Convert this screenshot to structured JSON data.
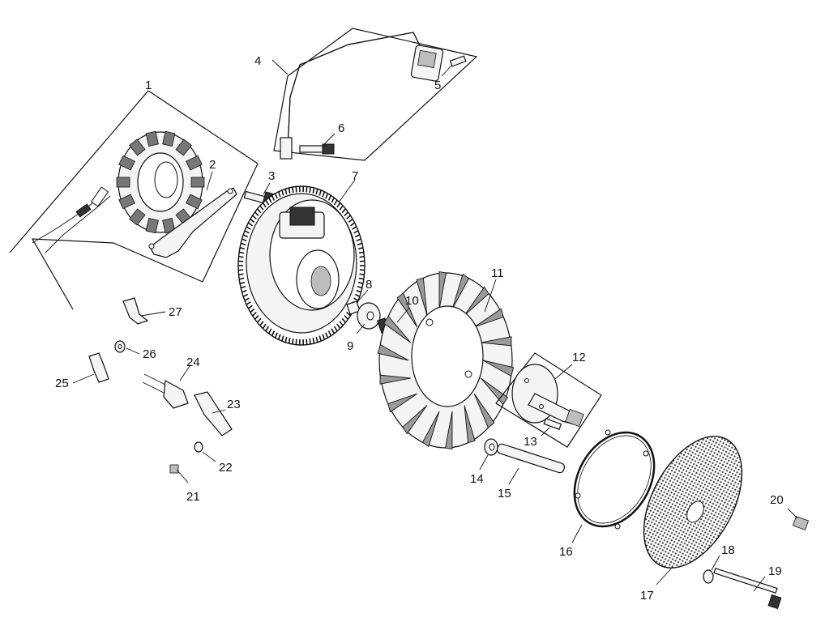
{
  "callouts": {
    "c1": "1",
    "c2": "2",
    "c3": "3",
    "c4": "4",
    "c5": "5",
    "c6": "6",
    "c7": "7",
    "c8": "8",
    "c9": "9",
    "c10": "10",
    "c11": "11",
    "c12": "12",
    "c13": "13",
    "c14": "14",
    "c15": "15",
    "c16": "16",
    "c17": "17",
    "c18": "18",
    "c19": "19",
    "c20": "20",
    "c21": "21",
    "c22": "22",
    "c23": "23",
    "c24": "24",
    "c25": "25",
    "c26": "26",
    "c27": "27"
  },
  "parts": {
    "stator": "stator-icon",
    "bracket": "bracket-icon",
    "ignition_lead": "ignition-lead-icon",
    "flywheel": "flywheel-icon",
    "fan": "cooling-fan-icon",
    "hub": "fan-hub-icon",
    "screen": "rotating-screen-icon",
    "retainer_ring": "retainer-ring-icon",
    "clamps": "wire-clamp-icon",
    "bolt": "bolt-icon"
  }
}
